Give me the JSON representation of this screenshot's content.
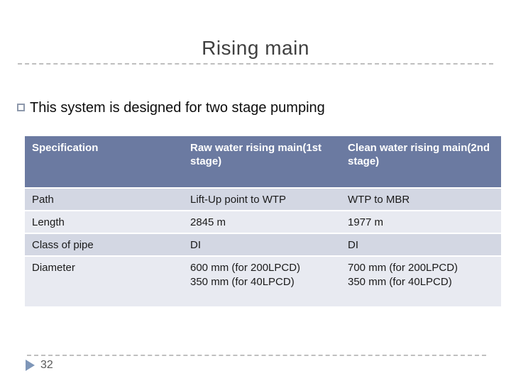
{
  "slide": {
    "title": "Rising main",
    "bullet_text": "This system is designed for two stage pumping",
    "page_number": "32"
  },
  "table": {
    "headers": [
      "Specification",
      "Raw water rising main(1st stage)",
      "Clean water rising main(2nd stage)"
    ],
    "rows": [
      {
        "spec": "Path",
        "raw": "Lift-Up point to WTP",
        "clean": "WTP to MBR"
      },
      {
        "spec": "Length",
        "raw": "2845 m",
        "clean": "1977 m"
      },
      {
        "spec": "Class of pipe",
        "raw": "DI",
        "clean": "DI"
      },
      {
        "spec": "Diameter",
        "raw": "600 mm (for 200LPCD)\n350 mm (for 40LPCD)",
        "clean": "700 mm (for 200LPCD)\n350 mm (for 40LPCD)"
      }
    ]
  },
  "colors": {
    "header_bg": "#6B7AA1",
    "row_dark": "#D3D7E3",
    "row_light": "#E8EAF1",
    "header_text": "#FFFFFF",
    "body_text": "#1A1A1A",
    "title_text": "#404040",
    "muted_text": "#595959",
    "accent_triangle": "#7E96B8",
    "dash_color": "#BFBFBF"
  }
}
